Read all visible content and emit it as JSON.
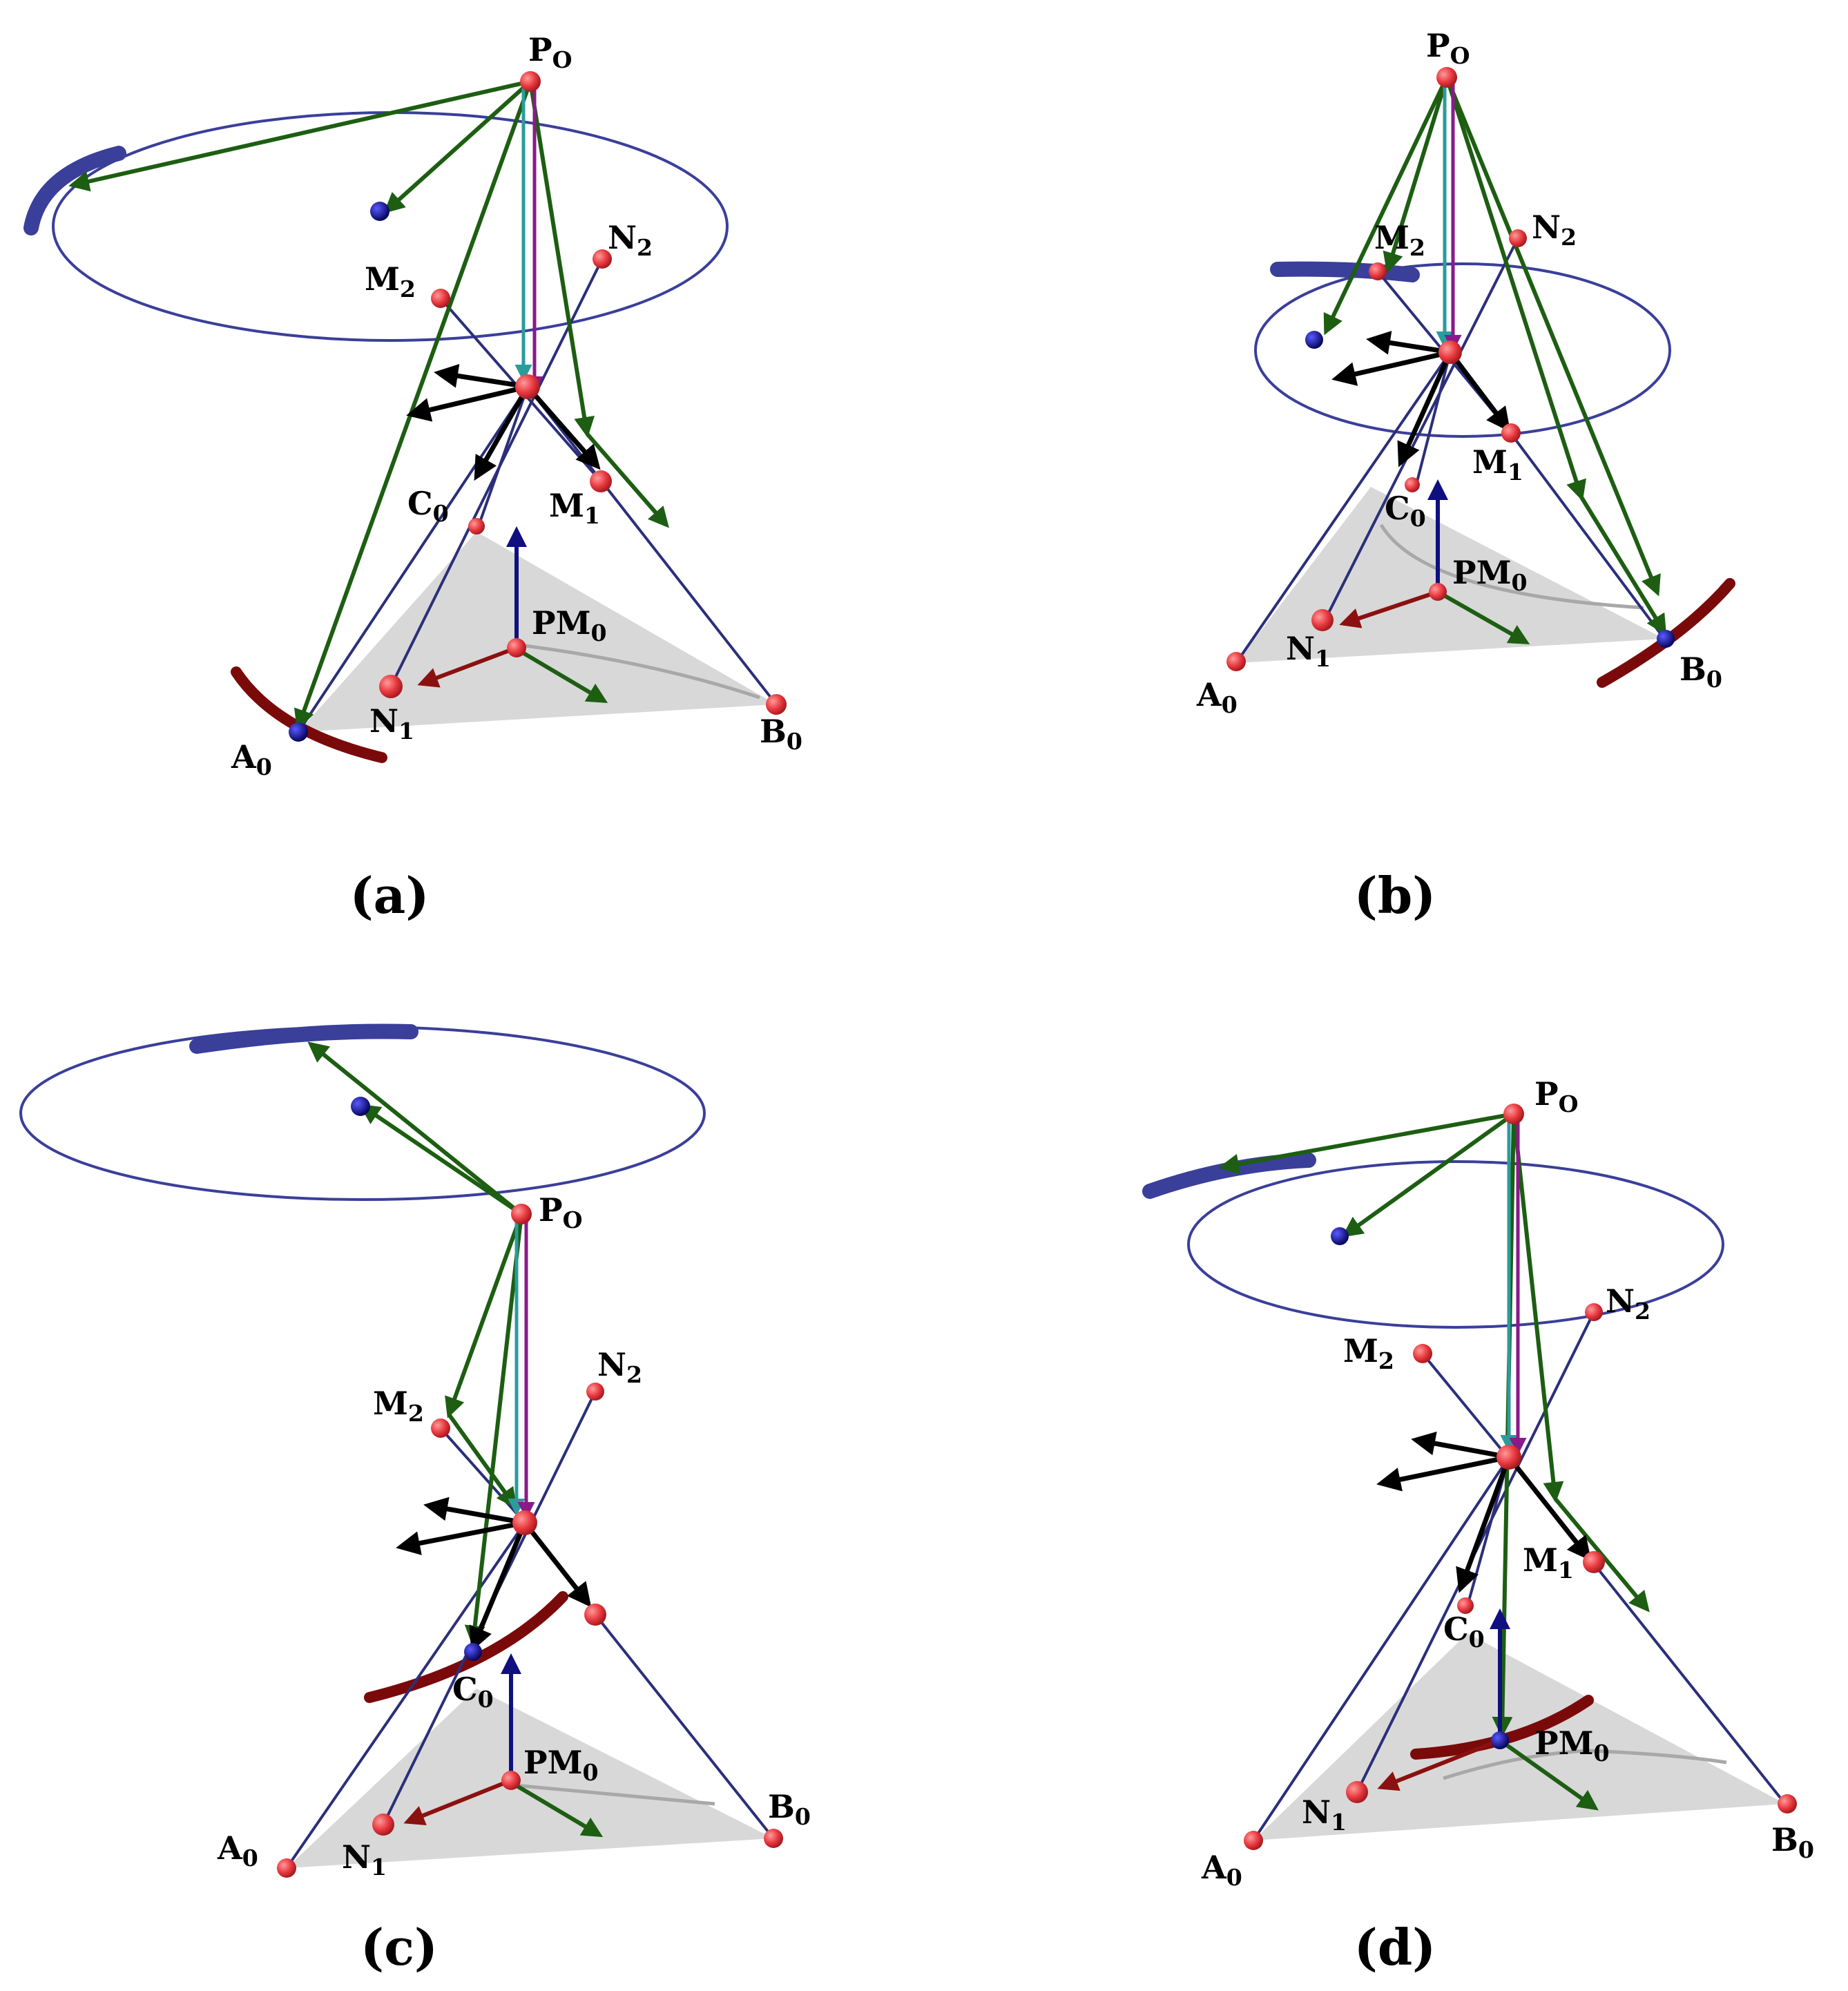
{
  "colors": {
    "circle": "#3a3f9a",
    "link": "#2b2f7a",
    "red_point": "#e8393f",
    "blue_point": "#0a0a8a",
    "green_arrow": "#1d5e12",
    "black_arrow": "#000000",
    "red_arrow": "#8b1010",
    "dark_red_arc": "#7a0a0a",
    "platform": "#d4d4d4",
    "navy_arrow": "#0f0f80",
    "cyan_arrow": "#2a9c9c",
    "purple_arrow": "#8a1a8a"
  },
  "panels": [
    {
      "caption": "(a)",
      "labels": [
        {
          "base": "P",
          "sub": "O"
        },
        {
          "base": "N",
          "sub": "2"
        },
        {
          "base": "M",
          "sub": "2"
        },
        {
          "base": "C",
          "sub": "0"
        },
        {
          "base": "M",
          "sub": "1"
        },
        {
          "base": "PM",
          "sub": "0"
        },
        {
          "base": "N",
          "sub": "1"
        },
        {
          "base": "A",
          "sub": "0"
        },
        {
          "base": "B",
          "sub": "0"
        }
      ]
    },
    {
      "caption": "(b)",
      "labels": [
        {
          "base": "P",
          "sub": "O"
        },
        {
          "base": "N",
          "sub": "2"
        },
        {
          "base": "M",
          "sub": "2"
        },
        {
          "base": "M",
          "sub": "1"
        },
        {
          "base": "C",
          "sub": "0"
        },
        {
          "base": "PM",
          "sub": "0"
        },
        {
          "base": "N",
          "sub": "1"
        },
        {
          "base": "A",
          "sub": "0"
        },
        {
          "base": "B",
          "sub": "0"
        }
      ]
    },
    {
      "caption": "(c)",
      "labels": [
        {
          "base": "P",
          "sub": "O"
        },
        {
          "base": "N",
          "sub": "2"
        },
        {
          "base": "M",
          "sub": "2"
        },
        {
          "base": "C",
          "sub": "0"
        },
        {
          "base": "PM",
          "sub": "0"
        },
        {
          "base": "A",
          "sub": "0"
        },
        {
          "base": "N",
          "sub": "1"
        },
        {
          "base": "B",
          "sub": "0"
        }
      ]
    },
    {
      "caption": "(d)",
      "labels": [
        {
          "base": "P",
          "sub": "O"
        },
        {
          "base": "N",
          "sub": "2"
        },
        {
          "base": "M",
          "sub": "2"
        },
        {
          "base": "M",
          "sub": "1"
        },
        {
          "base": "C",
          "sub": "0"
        },
        {
          "base": "PM",
          "sub": "0"
        },
        {
          "base": "N",
          "sub": "1"
        },
        {
          "base": "A",
          "sub": "0"
        },
        {
          "base": "B",
          "sub": "0"
        }
      ]
    }
  ]
}
